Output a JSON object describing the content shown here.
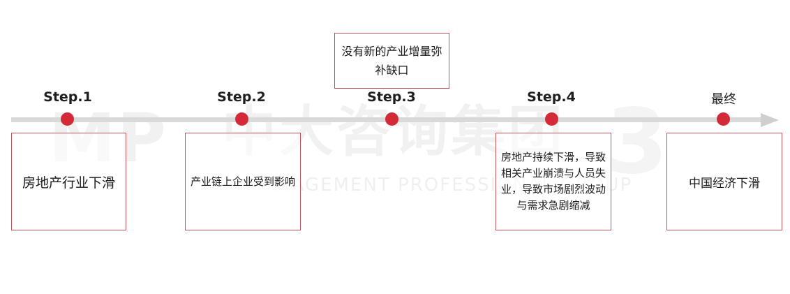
{
  "watermark": {
    "logo": "MP",
    "brand_cn": "中大咨询集团",
    "brand_en": "MANAGEMENT PROFESSIONAL GROUP",
    "mark": "3"
  },
  "steps": [
    {
      "label": "Step.1",
      "text": "房地产行业下滑"
    },
    {
      "label": "Step.2",
      "text": "产业链上企业受到影响"
    },
    {
      "label": "Step.3",
      "text": "没有新的产业增量弥补缺口"
    },
    {
      "label": "Step.4",
      "text": "房地产持续下滑，导致相关产业崩溃与人员失业，导致市场剧烈波动与需求急剧缩减"
    },
    {
      "label": "最终",
      "text": "中国经济下滑"
    }
  ],
  "colors": {
    "accent": "#d42a37",
    "border": "#c45057",
    "line": "#d9d9d9"
  }
}
